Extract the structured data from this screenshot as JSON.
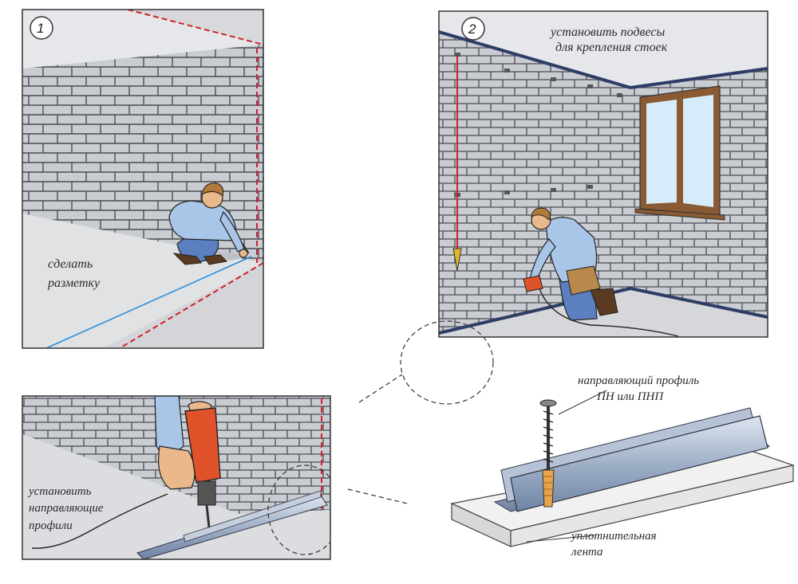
{
  "panel1": {
    "step": "1",
    "caption_line1": "сделать",
    "caption_line2": "разметку"
  },
  "panel2": {
    "step": "2",
    "caption_line1": "установить подвесы",
    "caption_line2": "для крепления стоек"
  },
  "panel3": {
    "caption_line1": "установить",
    "caption_line2": "направляющие",
    "caption_line3": "профили"
  },
  "detail": {
    "profile_line1": "направляющий профиль",
    "profile_line2": "ПН или ПНП",
    "tape_line1": "уплотнительная",
    "tape_line2": "лента"
  },
  "colors": {
    "wall": "#c9ccd1",
    "brick_line": "#4a4d55",
    "floor": "#e1e2e4",
    "laser": "#d0202a",
    "chalk_line": "#2a8fd8",
    "profile": "#aab8cc",
    "skin": "#e9b98c",
    "shirt": "#a9c6e8",
    "jeans": "#5b7fc0",
    "drill": "#e0532a",
    "window_frame": "#8a5a34",
    "glass": "#d6ecfa"
  }
}
